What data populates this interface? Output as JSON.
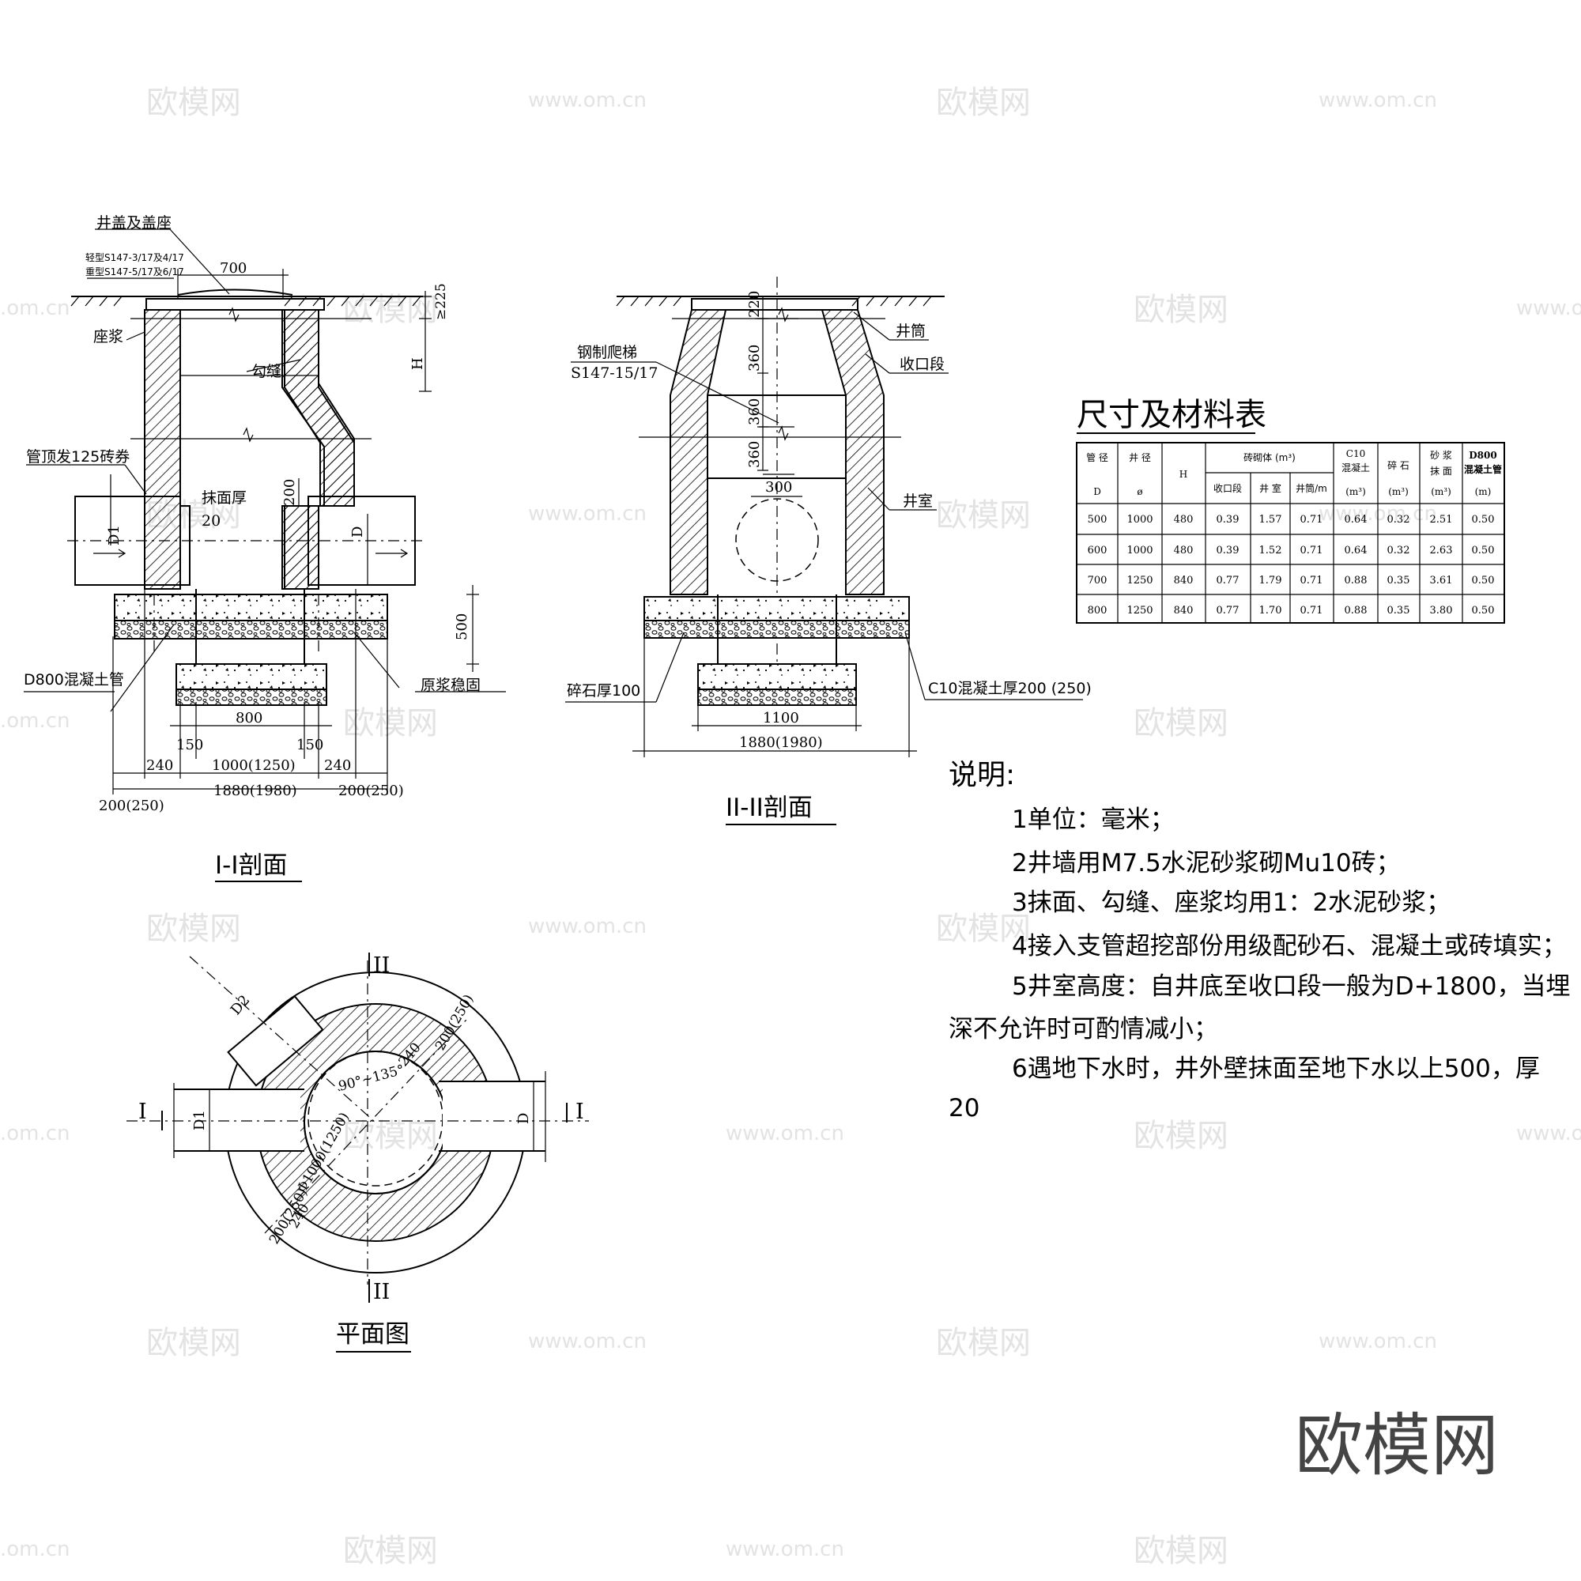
{
  "watermarks": {
    "brand": "欧模网",
    "url": "www.om.cn",
    "url_partial": ".om.cn",
    "brand_large": "欧模网"
  },
  "section1": {
    "caption": "I-I剖面",
    "labels": {
      "cover": "井盖及盖座",
      "cover_light": "轻型S147-3/17及4/17",
      "cover_heavy": "重型S147-5/17及6/17",
      "bedding": "座浆",
      "pointing": "勾缝",
      "arch": "管顶发125砖券",
      "plaster": "抹面厚",
      "plaster_thk": "20",
      "pipe": "D800混凝土管",
      "grout": "原浆稳固"
    },
    "dims": {
      "d700": "700",
      "d225": "≥225",
      "H": "H",
      "d200": "200",
      "D1": "D1",
      "D": "D",
      "d500": "500",
      "d800": "800",
      "d150a": "150",
      "d150b": "150",
      "d240a": "240",
      "d240b": "240",
      "d1000": "1000(1250)",
      "d1880": "1880(1980)",
      "d200L": "200(250)",
      "d200R": "200(250)"
    }
  },
  "section2": {
    "caption": "II-II剖面",
    "labels": {
      "ladder": "钢制爬梯",
      "ladder_code": "S147-15/17",
      "shaft": "井筒",
      "taper": "收口段",
      "chamber": "井室",
      "gravel": "碎石厚100",
      "concrete": "C10混凝土厚200 (250)"
    },
    "dims": {
      "d220": "220",
      "d360a": "360",
      "d360b": "360",
      "d360c": "360",
      "d300": "300",
      "d1100": "1100",
      "d1880": "1880(1980)"
    }
  },
  "plan": {
    "caption": "平面图",
    "labels": {
      "sec2_top": "II",
      "sec2_bottom": "II",
      "sec1_left": "I",
      "sec1_right": "I",
      "D1": "D1",
      "D2": "D2",
      "D": "D",
      "angle": "90°~135°",
      "d240": "240",
      "d200r": "200(250)",
      "diam": "Φ1000(1250)",
      "d240b": "240",
      "d200b": "200(250)"
    }
  },
  "table": {
    "title": "尺寸及材料表",
    "headers": {
      "pipe_dia": "管 径",
      "pipe_dia_sym": "D",
      "well_dia": "井 径",
      "well_dia_sym": "ø",
      "H": "H",
      "masonry": "砖砌体 (m³)",
      "taper": "收口段",
      "chamber": "井 室",
      "shaft": "井筒/m",
      "c10_a": "C10",
      "c10_b": "混凝土",
      "c10_u": "(m³)",
      "gravel": "碎 石",
      "gravel_u": "(m³)",
      "mortar_a": "砂 浆",
      "mortar_b": "抹 面",
      "mortar_u": "(m³)",
      "pipe_a": "D800",
      "pipe_b": "混凝土管",
      "pipe_u": "(m)"
    },
    "rows": [
      [
        "500",
        "1000",
        "480",
        "0.39",
        "1.57",
        "0.71",
        "0.64",
        "0.32",
        "2.51",
        "0.50"
      ],
      [
        "600",
        "1000",
        "480",
        "0.39",
        "1.52",
        "0.71",
        "0.64",
        "0.32",
        "2.63",
        "0.50"
      ],
      [
        "700",
        "1250",
        "840",
        "0.77",
        "1.79",
        "0.71",
        "0.88",
        "0.35",
        "3.61",
        "0.50"
      ],
      [
        "800",
        "1250",
        "840",
        "0.77",
        "1.70",
        "0.71",
        "0.88",
        "0.35",
        "3.80",
        "0.50"
      ]
    ]
  },
  "notes": {
    "heading": "说明:",
    "n1": "1单位：毫米；",
    "n2": "2井墙用M7.5水泥砂浆砌Mu10砖；",
    "n3": "3抹面、勾缝、座浆均用1：2水泥砂浆；",
    "n4": "4接入支管超挖部份用级配砂石、混凝土或砖填实；",
    "n5a": "5井室高度：自井底至收口段一般为D+1800，当埋",
    "n5b": "深不允许时可酌情减小；",
    "n6a": "6遇地下水时，井外壁抹面至地下水以上500，厚",
    "n6b": "20"
  }
}
